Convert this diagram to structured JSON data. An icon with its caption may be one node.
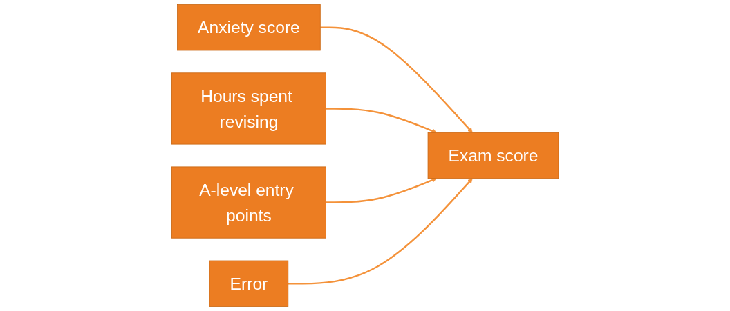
{
  "diagram": {
    "nodes": [
      {
        "text": [
          "Error"
        ]
      },
      {
        "text": [
          "Anxiety score"
        ]
      },
      {
        "text": [
          "Hours spent revising"
        ]
      },
      {
        "text": [
          "Exam score"
        ]
      },
      {
        "text": [
          "A-level entry points"
        ]
      }
    ],
    "edges": [
      {
        "from": 1,
        "to": 3,
        "arrow": "to"
      },
      {
        "from": 2,
        "to": 3,
        "arrow": "to"
      },
      {
        "from": 4,
        "to": 3,
        "arrow": "to"
      },
      {
        "from": 0,
        "to": 3,
        "arrow": "to"
      }
    ]
  }
}
